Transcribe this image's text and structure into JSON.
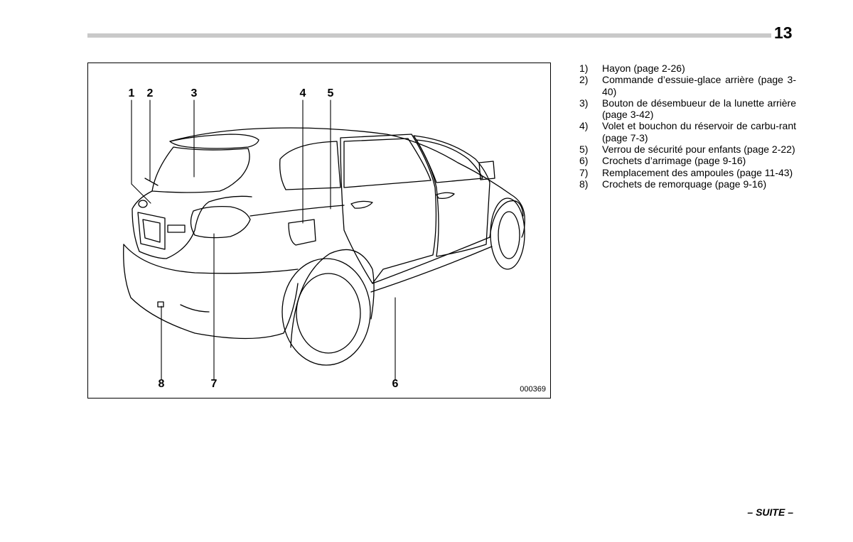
{
  "header": {
    "page_number": "13"
  },
  "figure": {
    "figure_id": "000369",
    "callouts": [
      "1",
      "2",
      "3",
      "4",
      "5",
      "6",
      "7",
      "8"
    ]
  },
  "legend": {
    "items": [
      {
        "num": "1)",
        "text": "Hayon (page 2-26)"
      },
      {
        "num": "2)",
        "text": "Commande d’essuie-glace arrière (page 3-40)"
      },
      {
        "num": "3)",
        "text": "Bouton de désembueur de la lunette arrière (page 3-42)"
      },
      {
        "num": "4)",
        "text": "Volet et bouchon du réservoir de carbu-rant (page 7-3)"
      },
      {
        "num": "5)",
        "text": "Verrou de sécurité pour enfants (page 2-22)"
      },
      {
        "num": "6)",
        "text": "Crochets d’arrimage (page 9-16)"
      },
      {
        "num": "7)",
        "text": "Remplacement des ampoules (page 11-43)"
      },
      {
        "num": "8)",
        "text": "Crochets de remorquage (page 9-16)"
      }
    ]
  },
  "footer": {
    "continue_label": "– SUITE –"
  }
}
